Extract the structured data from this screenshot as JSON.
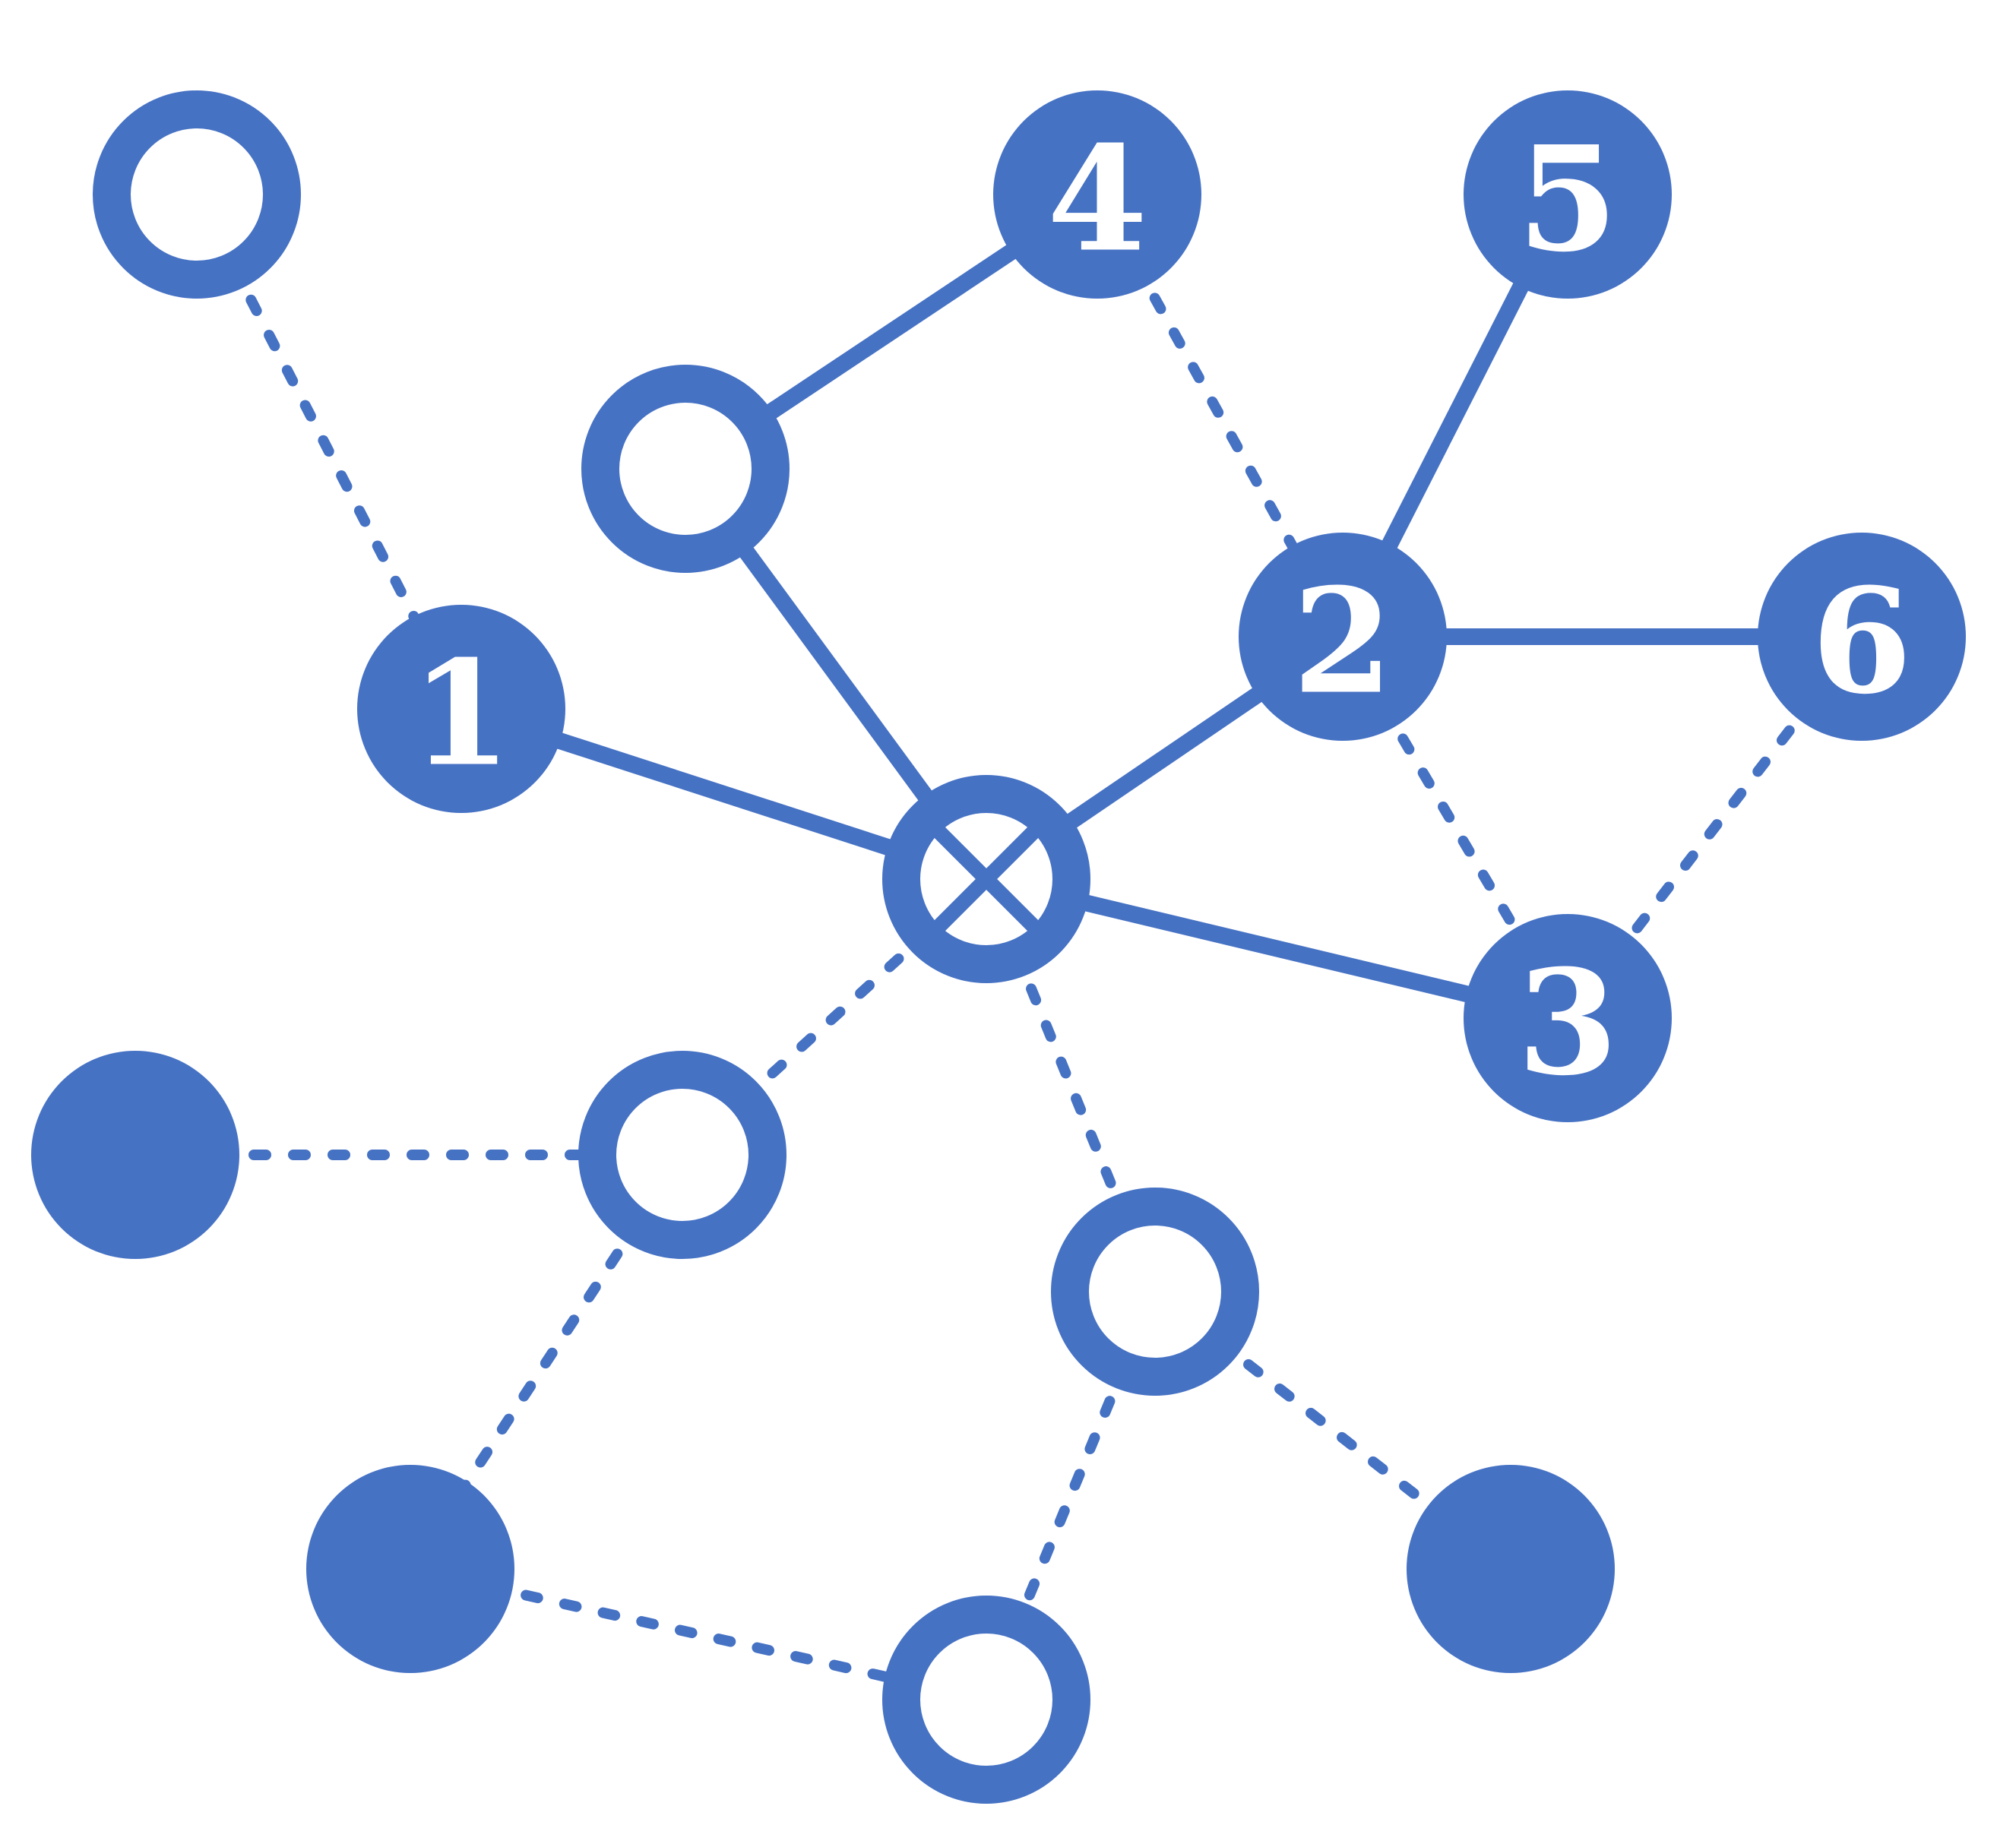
{
  "diagram": {
    "type": "graph",
    "colors": {
      "primary": "#4672C4",
      "background": "#FFFFFF"
    },
    "nodes": [
      {
        "id": "a",
        "style": "ring",
        "label": ""
      },
      {
        "id": "n4",
        "style": "filled",
        "label": "4"
      },
      {
        "id": "n5",
        "style": "filled",
        "label": "5"
      },
      {
        "id": "b",
        "style": "ring",
        "label": ""
      },
      {
        "id": "n1",
        "style": "filled",
        "label": "1"
      },
      {
        "id": "n2",
        "style": "filled",
        "label": "2"
      },
      {
        "id": "n6",
        "style": "filled",
        "label": "6"
      },
      {
        "id": "x",
        "style": "crossed-ring",
        "label": ""
      },
      {
        "id": "n3",
        "style": "filled",
        "label": "3"
      },
      {
        "id": "c",
        "style": "filled",
        "label": ""
      },
      {
        "id": "d",
        "style": "ring",
        "label": ""
      },
      {
        "id": "e",
        "style": "ring",
        "label": ""
      },
      {
        "id": "f",
        "style": "filled",
        "label": ""
      },
      {
        "id": "g",
        "style": "filled",
        "label": ""
      },
      {
        "id": "h",
        "style": "ring",
        "label": ""
      }
    ],
    "edges": [
      {
        "from": "b",
        "to": "n4",
        "style": "solid"
      },
      {
        "from": "b",
        "to": "x",
        "style": "solid"
      },
      {
        "from": "n1",
        "to": "x",
        "style": "solid"
      },
      {
        "from": "n2",
        "to": "n5",
        "style": "solid"
      },
      {
        "from": "n2",
        "to": "n6",
        "style": "solid"
      },
      {
        "from": "n2",
        "to": "x",
        "style": "solid"
      },
      {
        "from": "x",
        "to": "n3",
        "style": "solid"
      },
      {
        "from": "a",
        "to": "n1",
        "style": "dotted"
      },
      {
        "from": "n4",
        "to": "n2",
        "style": "dotted"
      },
      {
        "from": "n2",
        "to": "n3",
        "style": "dotted"
      },
      {
        "from": "n6",
        "to": "n3",
        "style": "dotted"
      },
      {
        "from": "x",
        "to": "d",
        "style": "dotted"
      },
      {
        "from": "x",
        "to": "e",
        "style": "dotted"
      },
      {
        "from": "c",
        "to": "d",
        "style": "dotted"
      },
      {
        "from": "d",
        "to": "f",
        "style": "dotted"
      },
      {
        "from": "e",
        "to": "g",
        "style": "dotted"
      },
      {
        "from": "e",
        "to": "h",
        "style": "dotted"
      },
      {
        "from": "f",
        "to": "h",
        "style": "dotted"
      }
    ]
  }
}
